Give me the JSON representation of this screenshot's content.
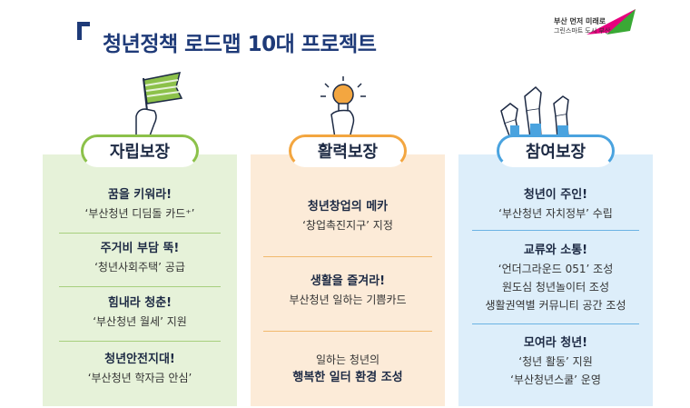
{
  "header": {
    "title": "청년정책 로드맵 10대 프로젝트"
  },
  "logo": {
    "line1": "부산 먼저 미래로",
    "line2": "그린스마트 도시 부산"
  },
  "columns": [
    {
      "label": "자립보장",
      "accent": "#8cc14a",
      "items": [
        {
          "heading": "꿈을 키워라!",
          "lines": [
            "‘부산청년 디딤돌 카드⁺’"
          ]
        },
        {
          "heading": "주거비 부담 뚝!",
          "lines": [
            "‘청년사회주택’ 공급"
          ]
        },
        {
          "heading": "힘내라 청춘!",
          "lines": [
            "‘부산청년 월세’ 지원"
          ]
        },
        {
          "heading": "청년안전지대!",
          "lines": [
            "‘부산청년 학자금 안심’"
          ]
        }
      ]
    },
    {
      "label": "활력보장",
      "accent": "#f3a640",
      "items": [
        {
          "heading": "청년창업의 메카",
          "lines": [
            "‘창업촉진지구’ 지정"
          ]
        },
        {
          "heading": "생활을 즐겨라!",
          "lines": [
            "부산청년 일하는 기쁨카드"
          ]
        },
        {
          "pre": "일하는 청년의",
          "heading": "행복한 일터 환경 조성",
          "lines": []
        }
      ]
    },
    {
      "label": "참여보장",
      "accent": "#4aa3df",
      "items": [
        {
          "heading": "청년이 주인!",
          "lines": [
            "‘부산청년 자치정부’ 수립"
          ]
        },
        {
          "heading": "교류와 소통!",
          "lines": [
            "‘언더그라운드 051’ 조성",
            "원도심 청년놀이터 조성",
            "생활권역별 커뮤니티 공간 조성"
          ]
        },
        {
          "heading": "모여라 청년!",
          "lines": [
            "‘청년 활동’ 지원",
            "‘부산청년스쿨’ 운영"
          ]
        }
      ]
    }
  ],
  "icons": [
    "flag-hand-icon",
    "lightbulb-hand-icon",
    "thumbs-up-hands-icon"
  ]
}
